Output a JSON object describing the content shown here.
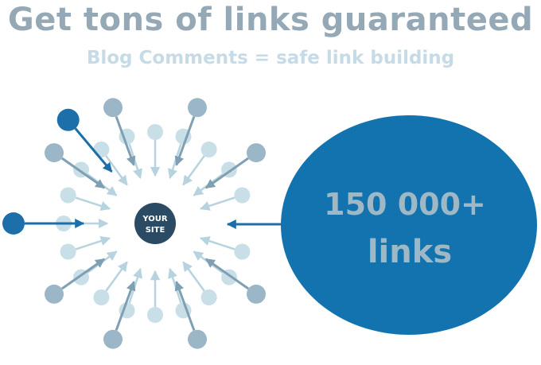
{
  "headline": "Get tons of links guaranteed",
  "subheadline": "Blog Comments = safe link building",
  "center_label": [
    "YOUR",
    "SITE"
  ],
  "big_circle_label": [
    "150 000+",
    "links"
  ],
  "colors": {
    "headline": "#95a8b5",
    "subheadline": "#c6dbe6",
    "center": "#2b4a63",
    "big_circle": "#1273ae",
    "node_dark": "#1c6fa8",
    "node_mid": "#9bb6c6",
    "node_light": "#c9dfe8"
  }
}
